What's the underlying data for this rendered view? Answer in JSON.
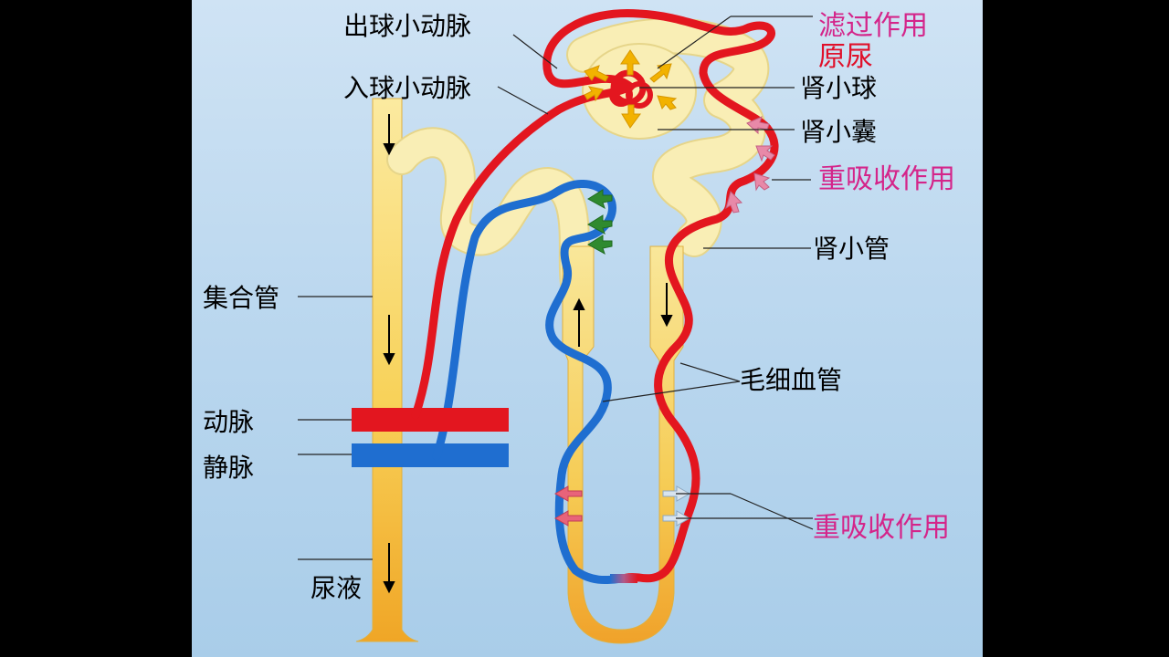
{
  "labels": {
    "efferent": "出球小动脉",
    "afferent": "入球小动脉",
    "filtration": "滤过作用",
    "primary_urine": "原尿",
    "glomerulus": "肾小球",
    "capsule": "肾小囊",
    "reabsorption_top": "重吸收作用",
    "tubule": "肾小管",
    "collecting_duct": "集合管",
    "capillary": "毛细血管",
    "artery": "动脉",
    "vein": "静脉",
    "reabsorption_bottom": "重吸收作用",
    "urine": "尿液"
  },
  "colors": {
    "artery": "#e3161f",
    "vein": "#1f6ed0",
    "tubule": "#f7e39a",
    "filtration_arrow": "#f2b200",
    "reabsorb_arrow": "#e889a8",
    "green_arrow": "#2f8a2f"
  }
}
